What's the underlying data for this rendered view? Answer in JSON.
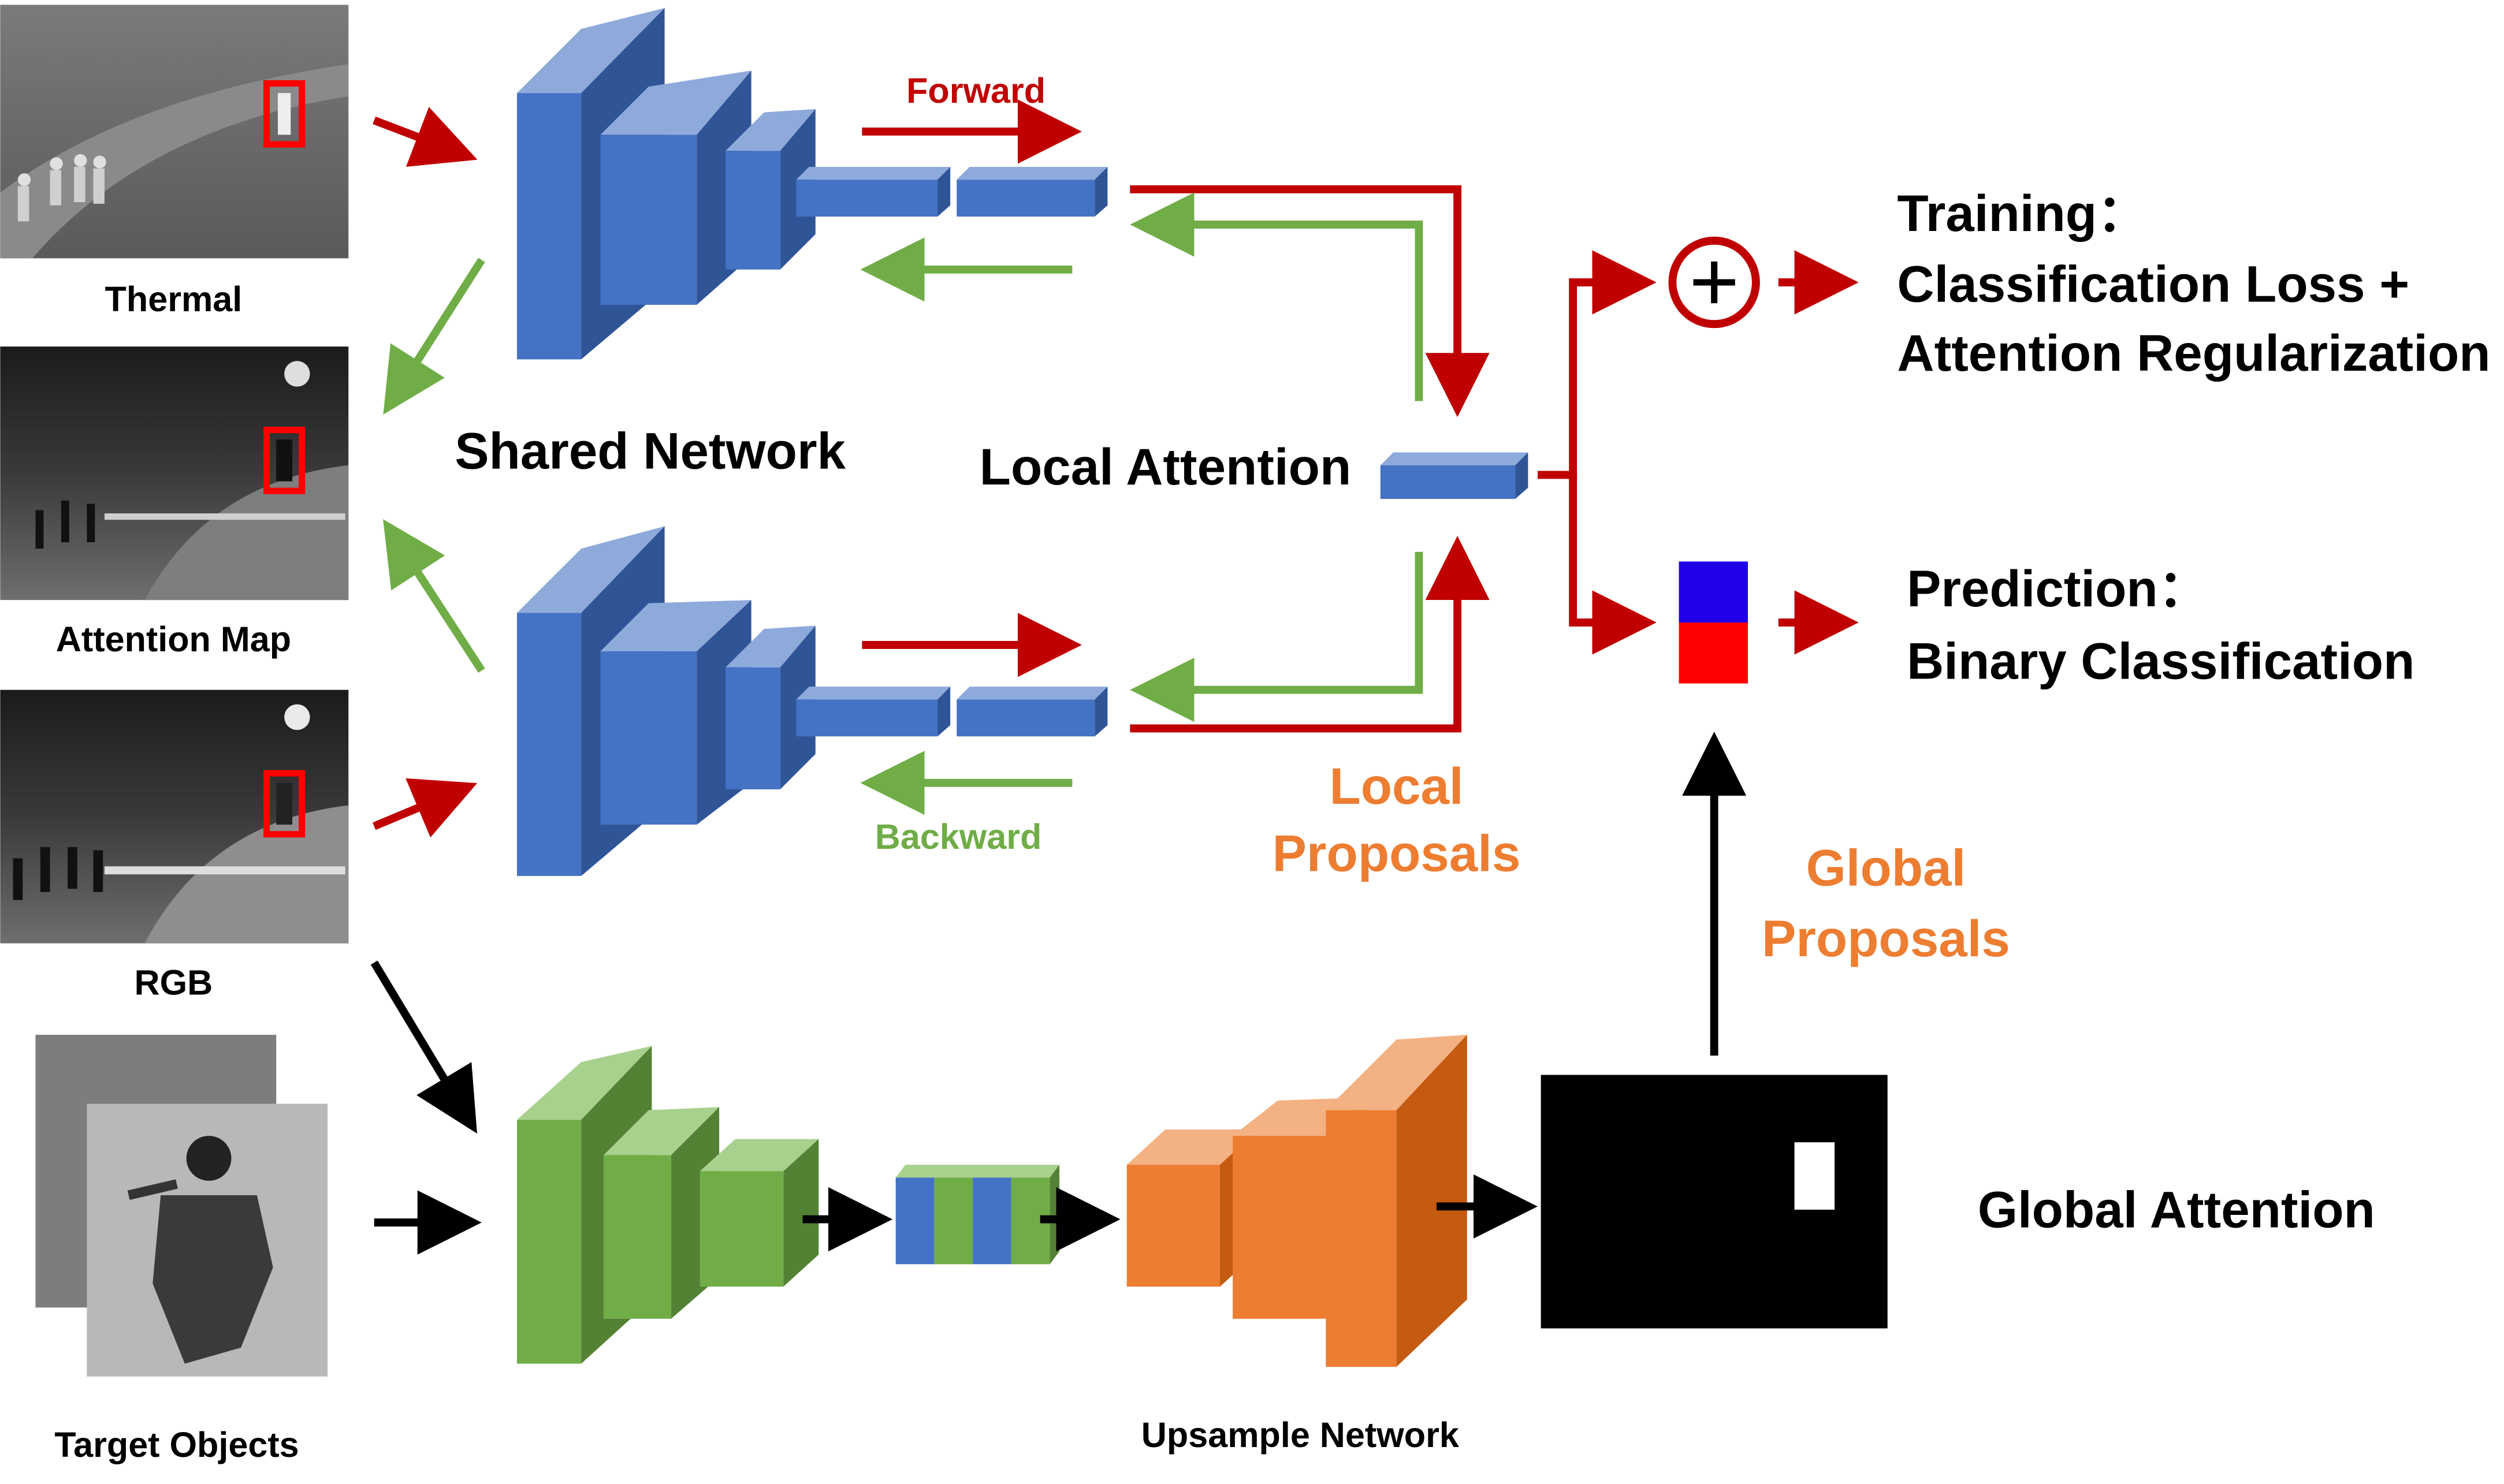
{
  "images": {
    "thermal": "Thermal",
    "attention_map": "Attention Map",
    "rgb": "RGB",
    "target_objects": "Target Objects"
  },
  "networks": {
    "shared": "Shared Network",
    "upsample": "Upsample Network"
  },
  "flow": {
    "forward": "Forward",
    "backward": "Backward"
  },
  "attention": {
    "local": "Local Attention",
    "global": "Global Attention"
  },
  "proposals": {
    "local_line1": "Local",
    "local_line2": "Proposals",
    "global_line1": "Global",
    "global_line2": "Proposals"
  },
  "outputs": {
    "training_title": "Training：",
    "training_line1": "Classification Loss +",
    "training_line2": "Attention Regularization",
    "prediction_title": "Prediction：",
    "prediction_line1": "Binary Classification"
  },
  "colors": {
    "red": "#c00000",
    "green": "#70ad47",
    "blue_block": "#4472c4",
    "green_block": "#70ad47",
    "orange_block": "#ed7d31",
    "orange_text": "#ed7d31"
  }
}
